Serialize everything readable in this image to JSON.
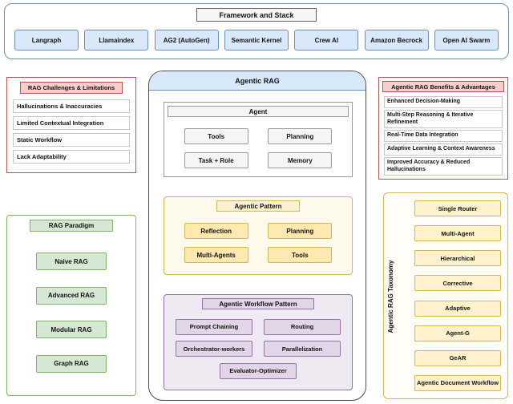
{
  "framework": {
    "title": "Framework and Stack",
    "items": [
      "Langraph",
      "Llamaindex",
      "AG2 (AutoGen)",
      "Semantic Kernel",
      "Crew AI",
      "Amazon Becrock",
      "Open AI Swarm"
    ]
  },
  "challenges": {
    "title": "RAG Challenges & Limitations",
    "items": [
      "Hallucinations & Inaccuracies",
      "Limited Contextual Integration",
      "Static Workflow",
      "Lack Adaptability"
    ]
  },
  "paradigm": {
    "title": "RAG Paradigm",
    "items": [
      "Naive RAG",
      "Advanced RAG",
      "Modular RAG",
      "Graph RAG"
    ]
  },
  "agentic_rag": {
    "title": "Agentic RAG",
    "agent": {
      "title": "Agent",
      "items": [
        "Tools",
        "Planning",
        "Task + Role",
        "Memory"
      ]
    },
    "pattern": {
      "title": "Agentic Pattern",
      "items": [
        "Reflection",
        "Planning",
        "Multi-Agents",
        "Tools"
      ]
    },
    "workflow": {
      "title": "Agentic Workflow Pattern",
      "items": [
        "Prompt Chaining",
        "Routing",
        "Orchestrator-workers",
        "Parallelization",
        "Evaluator-Optimizer"
      ]
    }
  },
  "benefits": {
    "title": "Agentic RAG Benefits & Advantages",
    "items": [
      "Enhanced Decision-Making",
      "Multi-Step Reasoning & Iterative Refinement",
      "Real-Time Data Integration",
      "Adaptive Learning & Context Awareness",
      "Improved Accuracy & Reduced Hallucinations"
    ]
  },
  "taxonomy": {
    "title": "Agentic RAG Taxonomy",
    "items": [
      "Single Router",
      "Multi-Agent",
      "Hierarchical",
      "Corrective",
      "Adaptive",
      "Agent-G",
      "GeAR",
      "Agentic Document Workflow"
    ]
  },
  "colors": {
    "blue_fill": "#dae8fc",
    "blue_border": "#6c8ebf",
    "red_fill": "#f8cecc",
    "red_border": "#b85450",
    "green_fill": "#d5e8d4",
    "green_border": "#82b366",
    "yellow_fill": "#fff2cc",
    "yellow_border": "#d6b656",
    "purple_fill": "#e1d5e7",
    "purple_border": "#9673a6",
    "gray_fill": "#f5f5f5"
  }
}
